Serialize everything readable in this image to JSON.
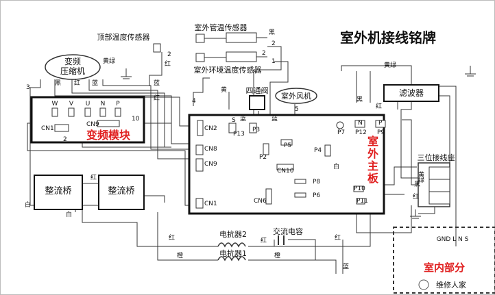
{
  "title": "室外机接线铭牌",
  "compressor": "变频\n压缩机",
  "inverter_module": "变频模块",
  "outdoor_board": "室外\n主板",
  "filter": "滤波器",
  "four_way_valve": "四通阀",
  "outdoor_fan": "室外风机",
  "terminal_block": "三位接线座",
  "indoor_part": "室内部分",
  "rectifier1": "整流桥",
  "rectifier2": "整流桥",
  "reactor1": "电抗器1",
  "reactor2": "电抗器2",
  "ac_capacitor": "交流电容",
  "top_temp_sensor": "顶部温度传感器",
  "pipe_temp_sensor": "室外管温传感器",
  "ambient_temp_sensor": "室外环境温度传感器",
  "terminal_labels": "GND L N S",
  "watermark": "维修人家",
  "compressor_pins": [
    "W",
    "V",
    "U",
    "N",
    "P"
  ],
  "connectors": {
    "cn1_module": "CN1",
    "cn9_module": "CN9",
    "ten": "10",
    "two": "2",
    "cn2": "CN2",
    "s": "S",
    "p13": "P13",
    "p3": "P3",
    "p2": "P2",
    "cn8": "CN8",
    "cn9": "CN9",
    "p5": "P5",
    "p4": "P4",
    "cn10": "CN10",
    "p8": "P8",
    "p6": "P6",
    "cn6": "CN6",
    "cn1": "CN1",
    "p7": "P7",
    "n": "N",
    "p": "P",
    "p12": "P12",
    "p9": "P9",
    "p10": "P10",
    "p11": "P11"
  },
  "wire_labels": {
    "huanglv_comp": "黄绿",
    "huanglv_top": "黄绿",
    "hei1": "黑",
    "hong1": "红",
    "lan1": "蓝",
    "three": "3",
    "four": "4",
    "five": "5",
    "two_top": "2",
    "hong_top": "红",
    "hei_pipe": "黑",
    "two_pipe": "2",
    "one_pipe": "1",
    "two_amb": "2",
    "lan_cn": "蓝",
    "hong_cn": "红",
    "huang": "黄",
    "lan_a": "蓝",
    "lan_b": "蓝",
    "hei_f": "黑",
    "hong_f": "红",
    "bai_p4": "白",
    "huang_t": "黄",
    "lv_t": "绿",
    "hei_t": "黑",
    "hong_t": "红",
    "bai_l": "白",
    "bai_m": "白",
    "hong_r": "红",
    "hong_b1": "红",
    "hong_b2": "红",
    "hong_b3": "红",
    "cheng1": "橙",
    "cheng2": "橙",
    "lan_bot": "蓝"
  }
}
